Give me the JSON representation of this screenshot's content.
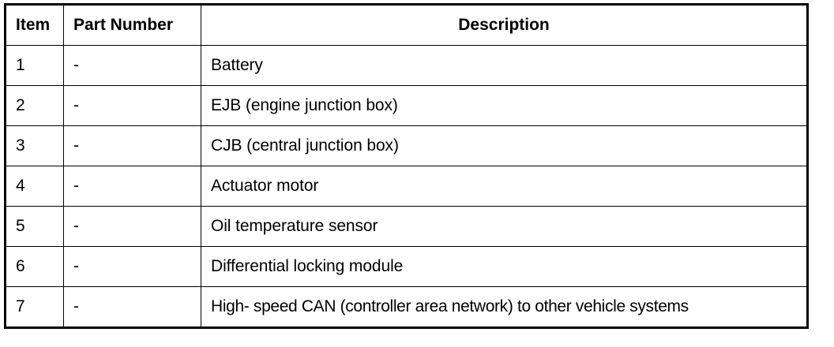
{
  "document": {
    "type": "parts-legend-table",
    "background_color": "#ffffff",
    "text_color": "#000000",
    "border_color": "#000000"
  },
  "table": {
    "columns": [
      {
        "key": "item",
        "label": "Item",
        "align": "left"
      },
      {
        "key": "part_number",
        "label": "Part Number",
        "align": "left"
      },
      {
        "key": "description",
        "label": "Description",
        "align": "center"
      }
    ],
    "rows": [
      {
        "item": "1",
        "part_number": "-",
        "description": "Battery"
      },
      {
        "item": "2",
        "part_number": "-",
        "description": "EJB (engine junction box)"
      },
      {
        "item": "3",
        "part_number": "-",
        "description": "CJB (central junction box)"
      },
      {
        "item": "4",
        "part_number": "-",
        "description": "Actuator motor"
      },
      {
        "item": "5",
        "part_number": "-",
        "description": "Oil temperature sensor"
      },
      {
        "item": "6",
        "part_number": "-",
        "description": "Differential locking module"
      },
      {
        "item": "7",
        "part_number": "-",
        "description": "High- speed CAN (controller area network) to other vehicle systems"
      }
    ]
  }
}
